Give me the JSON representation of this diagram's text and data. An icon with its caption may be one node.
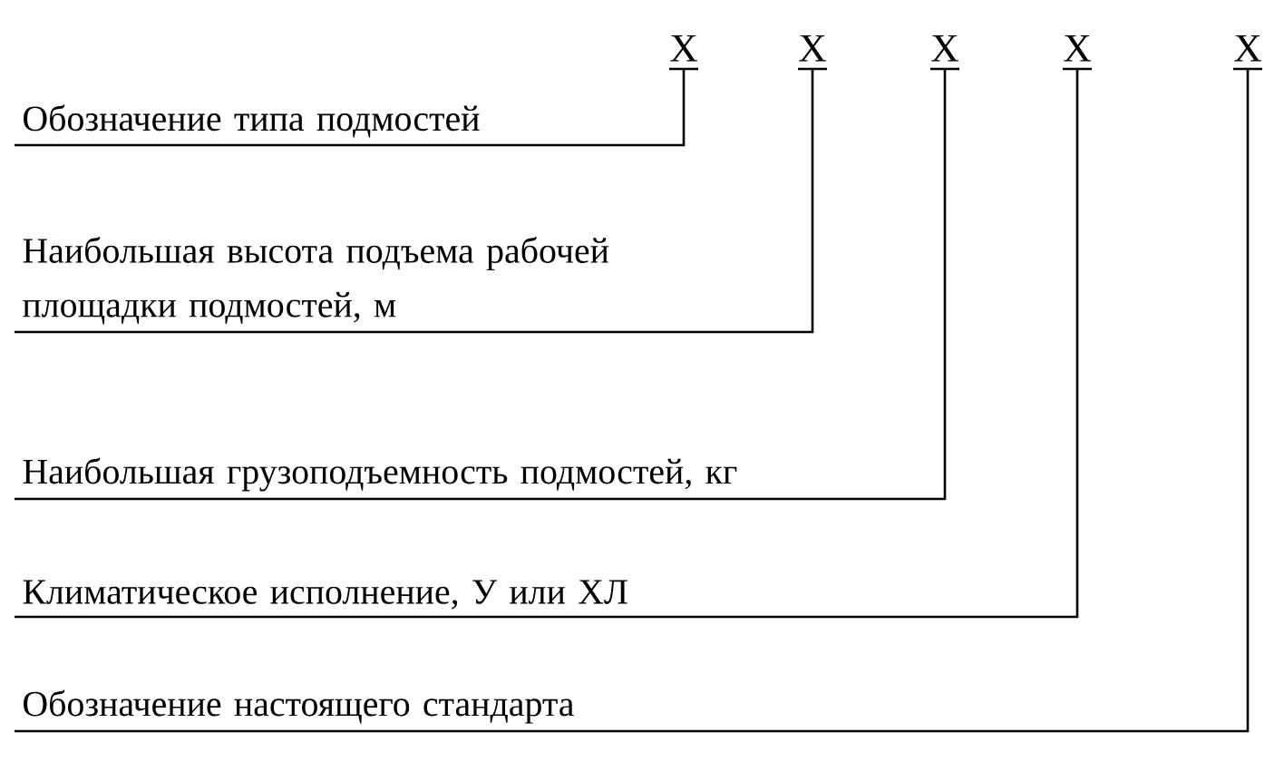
{
  "diagram": {
    "nodes": [
      {
        "text": [
          "Обозначение типа подмостей"
        ]
      },
      {
        "text": [
          "Наибольшая высота подъема рабочей площадки подмостей, м"
        ]
      },
      {
        "text": [
          "Наибольшая грузоподъемность подмостей, кг"
        ]
      },
      {
        "text": [
          "Климатическое исполнение, У или ХЛ"
        ]
      },
      {
        "text": [
          "Обозначение настоящего стандарта"
        ]
      },
      {
        "text": [
          "Х"
        ]
      },
      {
        "text": [
          "Х"
        ]
      },
      {
        "text": [
          "Х"
        ]
      },
      {
        "text": [
          "Х"
        ]
      },
      {
        "text": [
          "Х"
        ]
      }
    ],
    "edges": [
      {
        "from": 0,
        "to": 5,
        "arrow": "none"
      },
      {
        "from": 1,
        "to": 6,
        "arrow": "none"
      },
      {
        "from": 2,
        "to": 7,
        "arrow": "none"
      },
      {
        "from": 3,
        "to": 8,
        "arrow": "none"
      },
      {
        "from": 4,
        "to": 9,
        "arrow": "none"
      }
    ]
  }
}
